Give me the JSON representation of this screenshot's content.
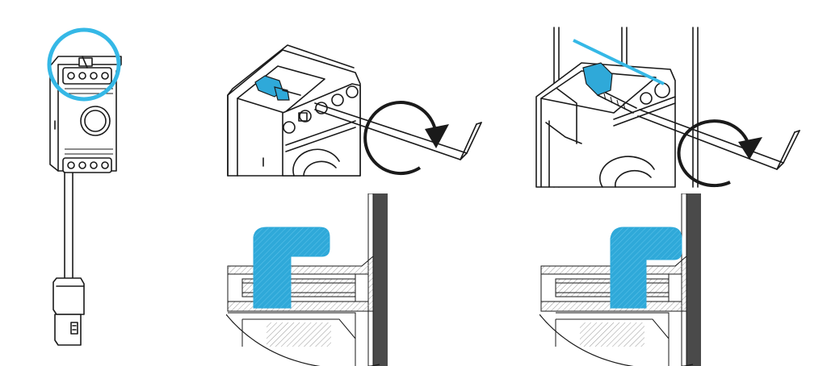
{
  "colors": {
    "accent": "#35b8e6",
    "part_blue": "#2fa9d9",
    "line": "#1a1a1a",
    "background": "#ffffff",
    "hatch": "#9a9a9a"
  },
  "panels": [
    {
      "id": "device-overview",
      "icon": "sensor-device-with-highlight-circle"
    },
    {
      "id": "step-1-perspective",
      "icon": "hex-key-rotate-arrow"
    },
    {
      "id": "step-2-perspective",
      "icon": "hex-key-rotate-arrow-with-move-arrow"
    },
    {
      "id": "step-1-section",
      "icon": "clamp-section-lowered"
    },
    {
      "id": "step-2-section",
      "icon": "clamp-section-raised"
    }
  ]
}
